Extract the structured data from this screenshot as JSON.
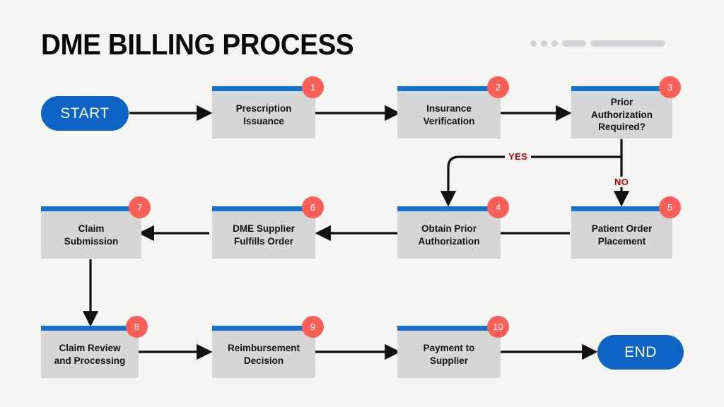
{
  "header": {
    "title": "DME BILLING PROCESS",
    "decor": [
      "dot",
      "dot",
      "dot",
      "pill-medium",
      "pill-long"
    ]
  },
  "colors": {
    "background": "#f5f5f4",
    "accent_blue": "#1571d0",
    "terminator_blue": "#0d63c6",
    "box_gray": "#d6d6d6",
    "badge_red": "#fb5f57",
    "branch_red": "#c00000",
    "line_black": "#111111",
    "decor_gray": "#d2d2d7"
  },
  "terminators": [
    {
      "id": "start",
      "label": "START"
    },
    {
      "id": "end",
      "label": "END"
    }
  ],
  "nodes": [
    {
      "number": "1",
      "label": "Prescription\nIssuance"
    },
    {
      "number": "2",
      "label": "Insurance\nVerification"
    },
    {
      "number": "3",
      "label": "Prior\nAuthorization\nRequired?"
    },
    {
      "number": "4",
      "label": "Obtain Prior\nAuthorization"
    },
    {
      "number": "5",
      "label": "Patient Order\nPlacement"
    },
    {
      "number": "6",
      "label": "DME Supplier\nFulfills Order"
    },
    {
      "number": "7",
      "label": "Claim\nSubmission"
    },
    {
      "number": "8",
      "label": "Claim Review\nand Processing"
    },
    {
      "number": "9",
      "label": "Reimbursement\nDecision"
    },
    {
      "number": "10",
      "label": "Payment to\nSupplier"
    }
  ],
  "branches": [
    {
      "id": "yes",
      "label": "YES"
    },
    {
      "id": "no",
      "label": "NO"
    }
  ]
}
